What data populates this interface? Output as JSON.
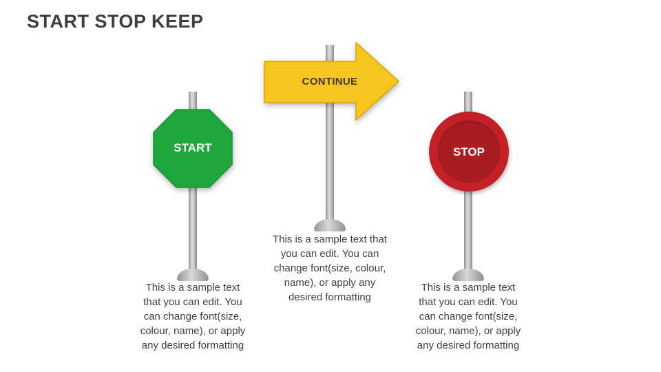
{
  "slide": {
    "title": "START STOP KEEP"
  },
  "signs": [
    {
      "id": "start",
      "label": "START",
      "shape": "octagon",
      "color": "#1fa73d",
      "border_color": "#189334",
      "description": "This is a sample text\nthat you can edit. You\ncan change font(size,\ncolour, name), or apply\nany desired formatting"
    },
    {
      "id": "continue",
      "label": "CONTINUE",
      "shape": "right-arrow",
      "color": "#f7c51d",
      "border_color": "#d7a500",
      "description": "This is a sample text that\nyou can edit. You can\nchange font(size, colour,\nname), or apply any\ndesired formatting"
    },
    {
      "id": "stop",
      "label": "STOP",
      "shape": "circle",
      "color": "#c42127",
      "inner_color": "#a91c22",
      "description": "This is a sample text\nthat you can edit. You\ncan change font(size,\ncolour, name), or apply\nany desired formatting"
    }
  ],
  "colors": {
    "pole_gray": "#b5b5b5",
    "title_text": "#3e3e3e",
    "body_text": "#3f3f3f",
    "background": "#ffffff"
  }
}
